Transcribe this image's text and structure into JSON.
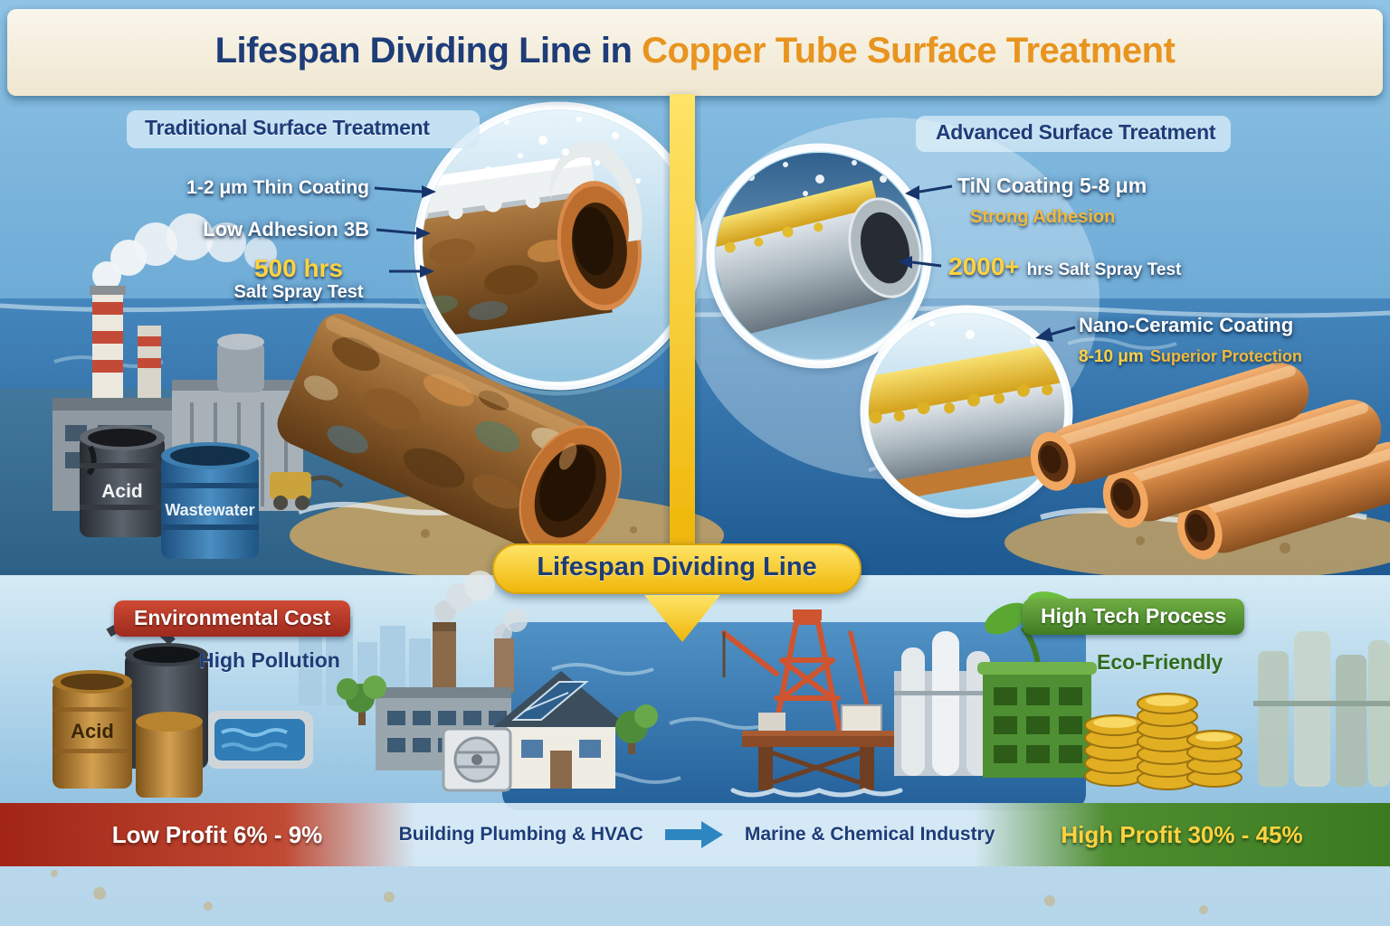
{
  "title": {
    "lead": "Lifespan Dividing Line in",
    "accent": "Copper Tube Surface Treatment"
  },
  "left_panel": {
    "header": "Traditional Surface Treatment",
    "callout_coating": "1-2 μm Thin Coating",
    "callout_adhesion": "Low Adhesion 3B",
    "salt_spray_value": "500 hrs",
    "salt_spray_label": "Salt Spray Test",
    "barrel_acid": "Acid",
    "barrel_wastewater": "Wastewater"
  },
  "right_panel": {
    "header": "Advanced Surface Treatment",
    "tin_coating": "TiN Coating 5-8 μm",
    "tin_sub": "Strong Adhesion",
    "salt_spray_value": "2000+",
    "salt_spray_label": "hrs Salt Spray Test",
    "nano_coating": "Nano-Ceramic Coating",
    "nano_value": "8-10 μm",
    "nano_label": "Superior Protection"
  },
  "divider": {
    "label": "Lifespan Dividing Line"
  },
  "bottom_left": {
    "banner": "Environmental Cost",
    "sub": "High Pollution",
    "barrel": "Acid",
    "profit": "Low Profit 6% - 9%"
  },
  "bottom_right": {
    "banner": "High Tech Process",
    "sub": "Eco-Friendly",
    "profit": "High Profit 30% - 45%"
  },
  "bottom_center": {
    "left_label": "Building Plumbing & HVAC",
    "arrow_icon": "right-arrow",
    "right_label": "Marine & Chemical Industry"
  },
  "colors": {
    "title_blue": "#1d3c78",
    "title_orange": "#e8941f",
    "divider_yellow": "#f5c518",
    "banner_red": "#b5312a",
    "banner_green": "#4f8f2f",
    "highlight_yellow": "#ffd23f",
    "copper": "#b87333"
  }
}
